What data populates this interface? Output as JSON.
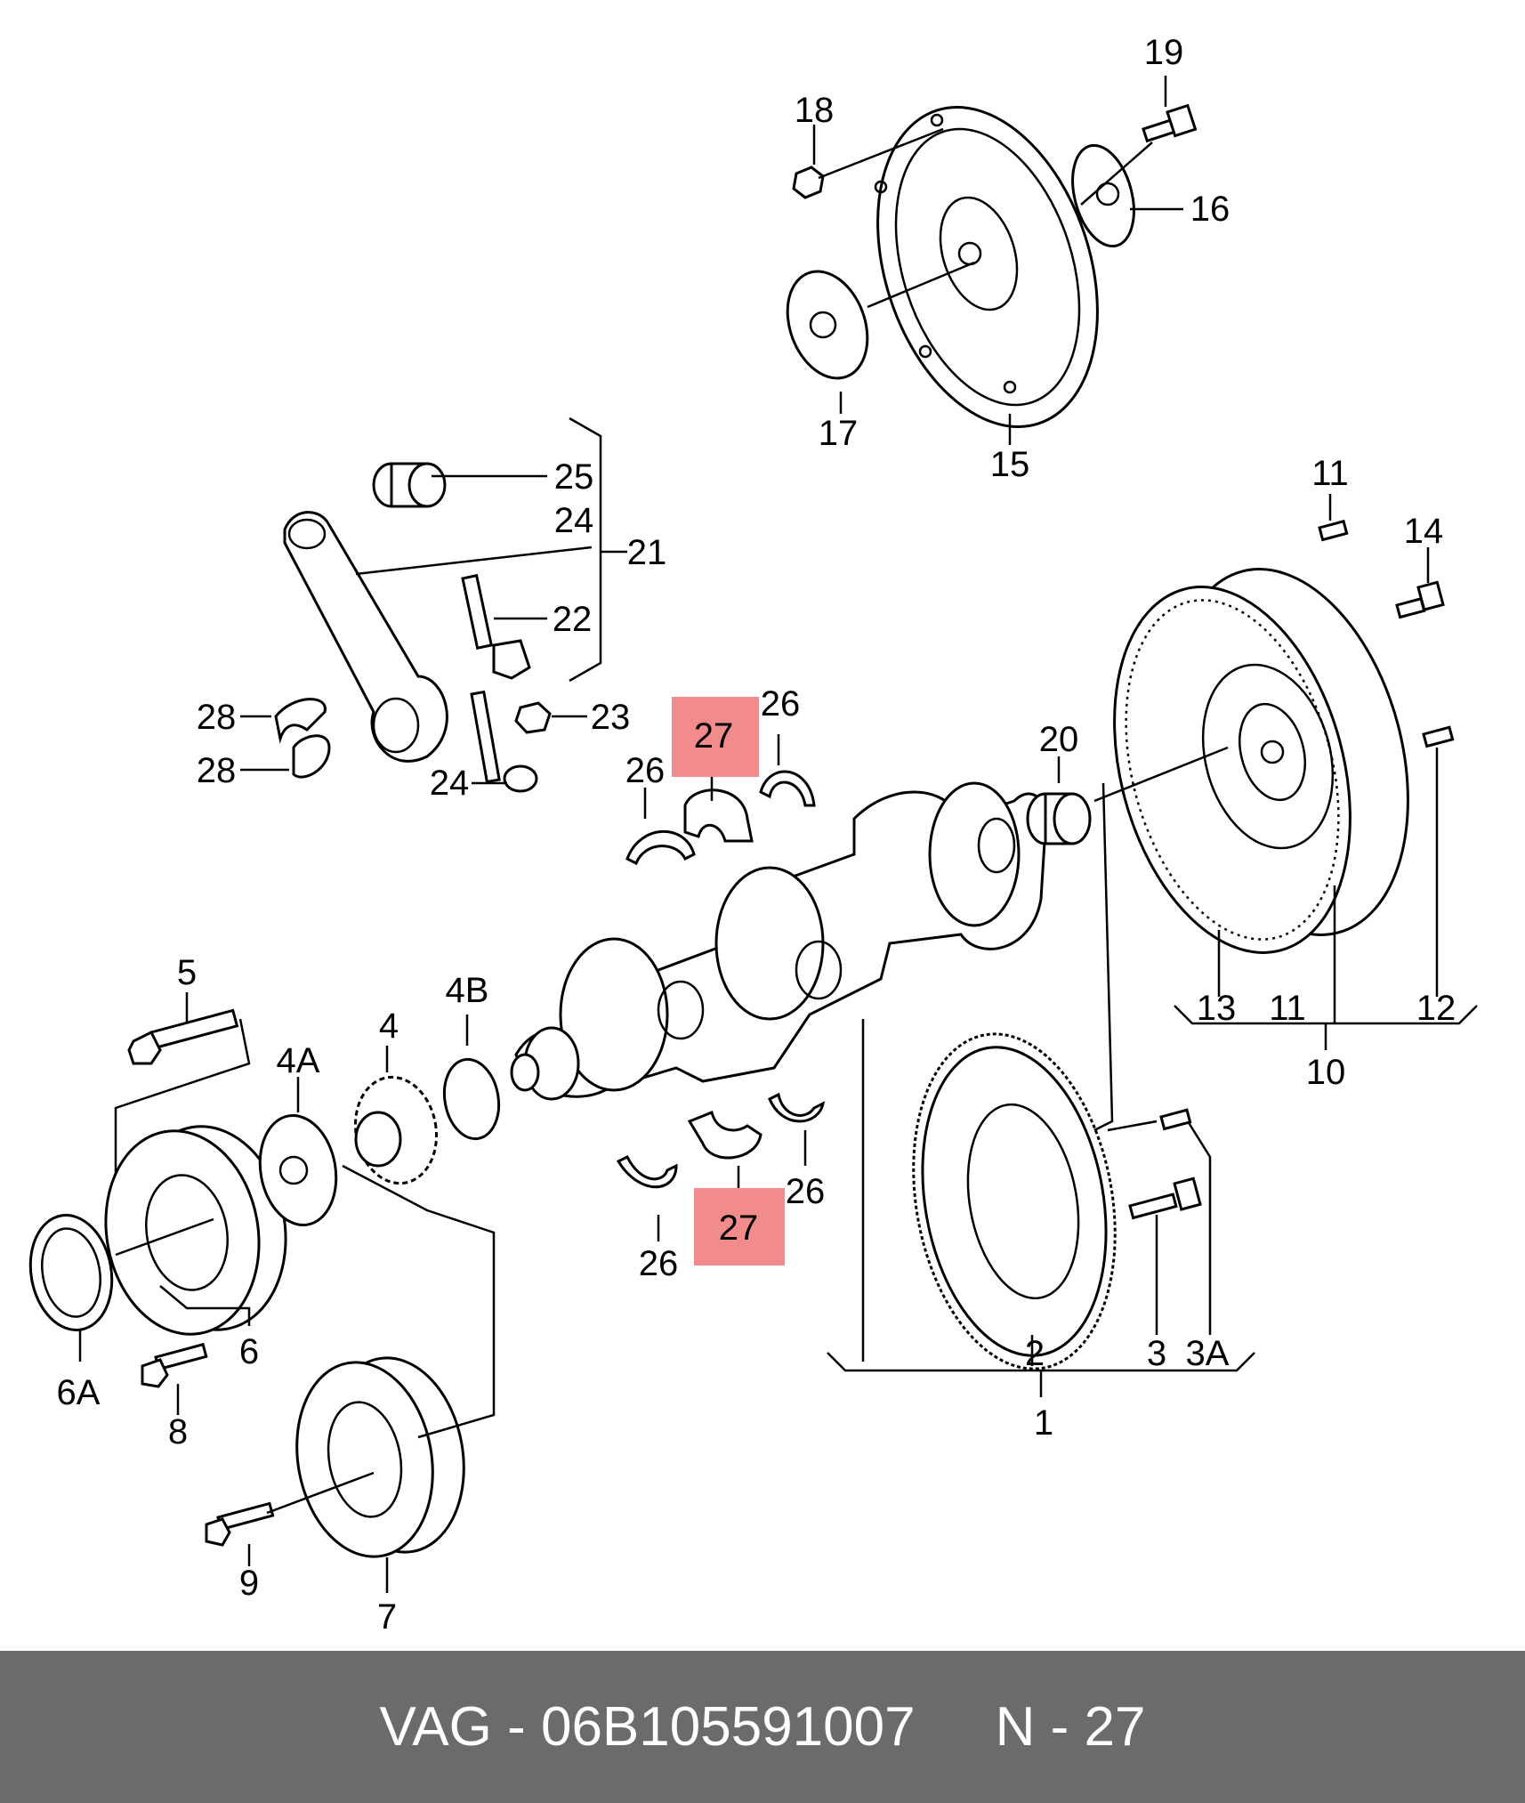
{
  "footer": {
    "part_number": "VAG - 06B105591007",
    "position": "N - 27"
  },
  "highlight_color": "#f28b8b",
  "callouts": [
    "1",
    "2",
    "3",
    "3A",
    "4",
    "4A",
    "4B",
    "5",
    "6",
    "6A",
    "7",
    "8",
    "9",
    "10",
    "11",
    "11",
    "12",
    "13",
    "14",
    "15",
    "16",
    "17",
    "18",
    "19",
    "20",
    "21",
    "22",
    "23",
    "24",
    "24",
    "25",
    "26",
    "26",
    "26",
    "26",
    "27",
    "27",
    "28",
    "28"
  ],
  "highlighted_callout": "27"
}
